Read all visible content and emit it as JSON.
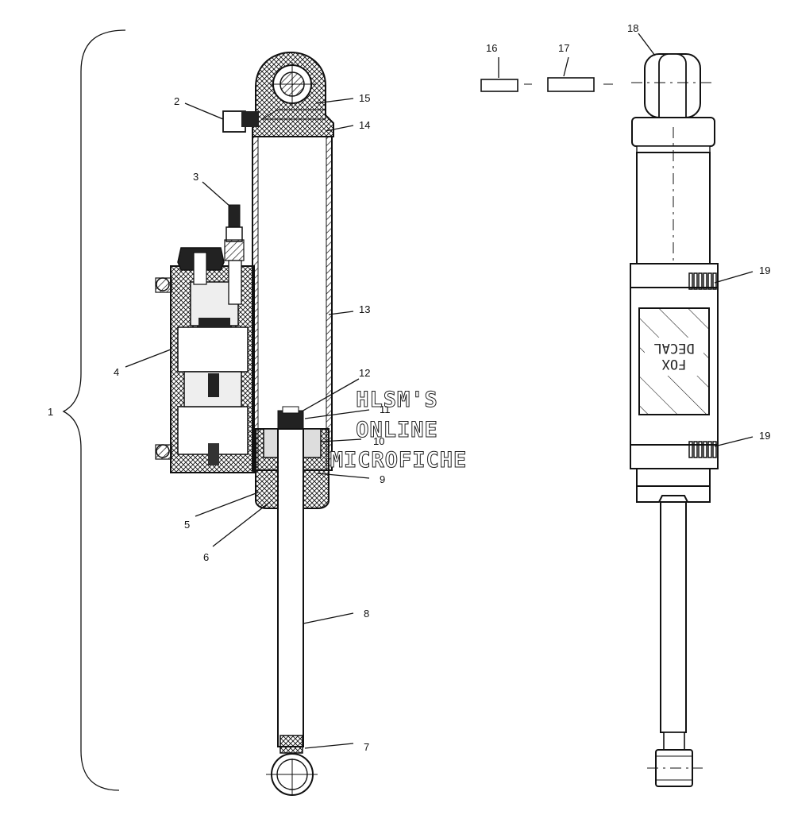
{
  "diagram": {
    "callouts": [
      {
        "id": "1",
        "label": "1"
      },
      {
        "id": "2",
        "label": "2"
      },
      {
        "id": "3",
        "label": "3"
      },
      {
        "id": "4",
        "label": "4"
      },
      {
        "id": "5",
        "label": "5"
      },
      {
        "id": "6",
        "label": "6"
      },
      {
        "id": "7",
        "label": "7"
      },
      {
        "id": "8",
        "label": "8"
      },
      {
        "id": "9",
        "label": "9"
      },
      {
        "id": "10",
        "label": "10"
      },
      {
        "id": "11",
        "label": "11"
      },
      {
        "id": "12",
        "label": "12"
      },
      {
        "id": "13",
        "label": "13"
      },
      {
        "id": "14",
        "label": "14"
      },
      {
        "id": "15",
        "label": "15"
      },
      {
        "id": "16",
        "label": "16"
      },
      {
        "id": "17",
        "label": "17"
      },
      {
        "id": "18",
        "label": "18"
      },
      {
        "id": "19a",
        "label": "19"
      },
      {
        "id": "19b",
        "label": "19"
      }
    ],
    "decal_text": {
      "line1": "FOX",
      "line2": "DECAL"
    }
  },
  "watermark": {
    "line1": "HLSM'S",
    "line2": "ONLINE",
    "line3": "MICROFICHE"
  }
}
